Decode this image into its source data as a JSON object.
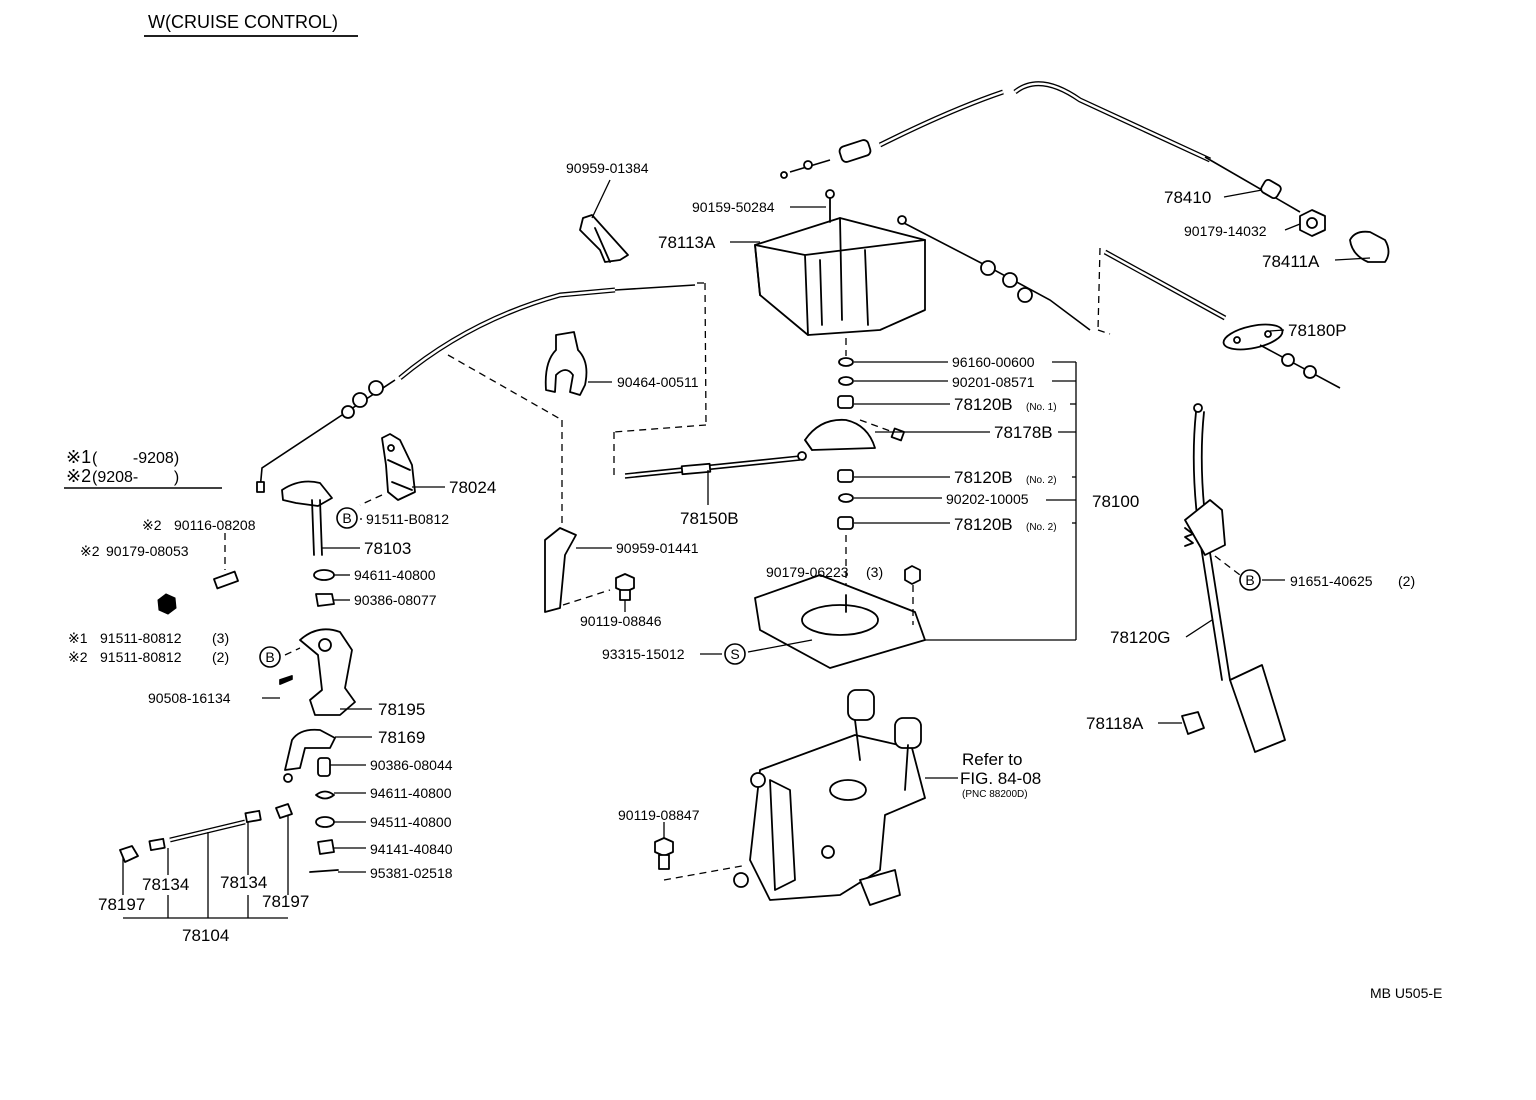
{
  "header": {
    "title": "W(CRUISE CONTROL)",
    "note1_mark": "※1",
    "note1_range": "(        -9208)",
    "note2_mark": "※2",
    "note2_range": "(9208-        )"
  },
  "footer": {
    "code": "MB  U505-E"
  },
  "symbols": {
    "bolt_letter": "B",
    "special_letter": "S"
  },
  "refer": {
    "line1": "Refer to",
    "line2": "FIG. 84-08",
    "line3": "(PNC 88200D)"
  },
  "qualifiers": {
    "no1": "(No. 1)",
    "no2": "(No. 2)",
    "qty2": "(2)",
    "qty3": "(3)"
  },
  "parts": {
    "p90959_01384": "90959-01384",
    "p90159_50284": "90159-50284",
    "p78113A": "78113A",
    "p78410": "78410",
    "p90179_14032": "90179-14032",
    "p78411A": "78411A",
    "p78180P": "78180P",
    "p96160_00600": "96160-00600",
    "p90201_08571": "90201-08571",
    "p78120B": "78120B",
    "p78178B": "78178B",
    "p90202_10005": "90202-10005",
    "p78100": "78100",
    "p90464_00511": "90464-00511",
    "p78150B": "78150B",
    "p90959_01441": "90959-01441",
    "p90119_08846": "90119-08846",
    "p90179_06223": "90179-06223",
    "p93315_15012": "93315-15012",
    "p78024": "78024",
    "p91511_B0812": "91511-B0812",
    "p78103": "78103",
    "p94611_40800": "94611-40800",
    "p90386_08077": "90386-08077",
    "p90116_08208": "90116-08208",
    "p90179_08053": "90179-08053",
    "p91511_80812": "91511-80812",
    "p90508_16134": "90508-16134",
    "p78195": "78195",
    "p78169": "78169",
    "p90386_08044": "90386-08044",
    "p94511_40800": "94511-40800",
    "p94141_40840": "94141-40840",
    "p95381_02518": "95381-02518",
    "p78134": "78134",
    "p78197": "78197",
    "p78104": "78104",
    "p91651_40625": "91651-40625",
    "p78120G": "78120G",
    "p78118A": "78118A",
    "p90119_08847": "90119-08847"
  }
}
